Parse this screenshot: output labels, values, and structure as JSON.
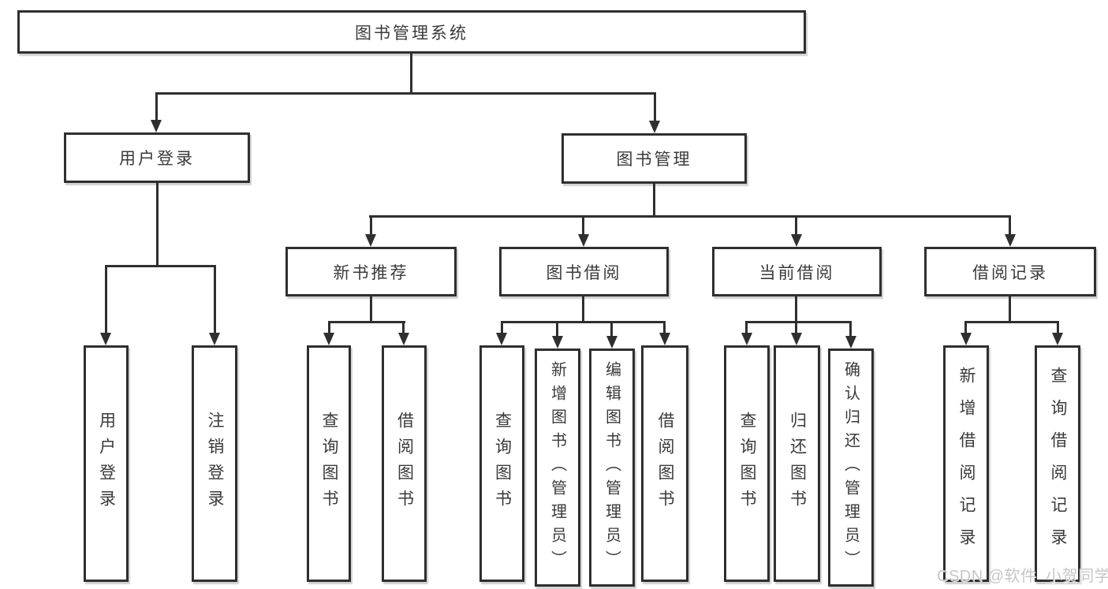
{
  "root": {
    "label": "图书管理系统"
  },
  "branches": {
    "user_login": {
      "label": "用户登录",
      "children": [
        {
          "label": "用户登录"
        },
        {
          "label": "注销登录"
        }
      ]
    },
    "book_mgmt": {
      "label": "图书管理",
      "sections": {
        "new_book_rec": {
          "label": "新书推荐",
          "children": [
            {
              "label": "查询图书"
            },
            {
              "label": "借阅图书"
            }
          ]
        },
        "book_borrow": {
          "label": "图书借阅",
          "children": [
            {
              "label": "查询图书"
            },
            {
              "label": "新增图书（管理员）"
            },
            {
              "label": "编辑图书（管理员）"
            },
            {
              "label": "借阅图书"
            }
          ]
        },
        "current_borrow": {
          "label": "当前借阅",
          "children": [
            {
              "label": "查询图书"
            },
            {
              "label": "归还图书"
            },
            {
              "label": "确认归还（管理员）"
            }
          ]
        },
        "borrow_record": {
          "label": "借阅记录",
          "children": [
            {
              "label": "新增借阅记录"
            },
            {
              "label": "查询借阅记录"
            }
          ]
        }
      }
    }
  },
  "watermark": {
    "text": "CSDN @软件_小贺同学"
  },
  "colors": {
    "line": "#2f2f2f",
    "text": "#3a3a3a",
    "background": "#ffffff",
    "watermark": "#c6c6c6"
  }
}
